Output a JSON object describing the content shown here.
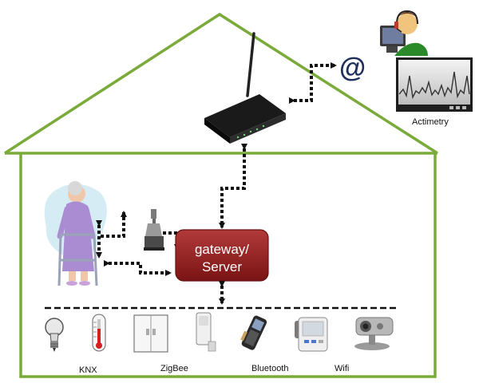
{
  "gateway": {
    "line1": "gateway/",
    "line2": "Server"
  },
  "remote": {
    "at_symbol": "@",
    "actimetry_label": "Actimetry"
  },
  "protocols": {
    "knx": "KNX",
    "zigbee": "ZigBee",
    "bluetooth": "Bluetooth",
    "wifi": "Wifi"
  },
  "colors": {
    "house_outline": "#7aab3a",
    "gateway_fill": "#8b1e1e",
    "link": "#111111"
  },
  "icons": [
    "router-icon",
    "operator-icon",
    "actimetry-monitor-icon",
    "elderly-person-icon",
    "robot-icon",
    "light-bulb-icon",
    "thermometer-icon",
    "door-sensor-icon",
    "motion-sensor-icon",
    "phone-icon",
    "blood-pressure-monitor-icon",
    "webcam-icon"
  ]
}
